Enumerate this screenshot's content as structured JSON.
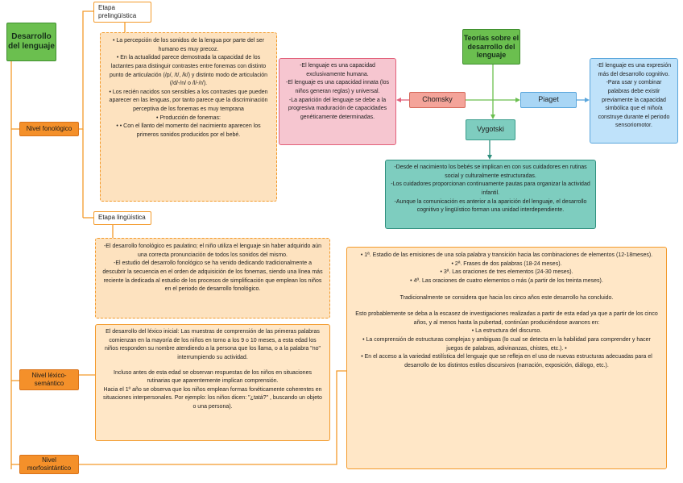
{
  "main_title": "Desarrollo del lenguaje",
  "theories_title": "Teorías sobre el desarrollo del lenguaje",
  "nodes": {
    "fonologico": "Nivel fonológico",
    "lexico": "Nivel léxico-semántico",
    "morfosintactico": "Nivel morfosintántico",
    "prelinguistica": "Etapa prelingüística",
    "linguistica": "Etapa lingüística",
    "chomsky": "Chomsky",
    "piaget": "Piaget",
    "vygotski": "Vygotski"
  },
  "prelinguistica_text": [
    "• La percepción de los sonidos de la lengua por parte del ser humano es muy precoz.",
    "• En la actualidad parece demostrada la capacidad de los lactantes para distinguir contrastes entre fonemas con distinto punto de articulación (/p/, /t/, /k/) y distinto modo de articulación (/d/-/n/ o /l/-/r/).",
    "• Los recién nacidos son sensibles a los contrastes que pueden aparecer en las lenguas, por tanto parece que la discriminación perceptiva de los fonemas es muy temprana",
    "• Producción de fonemas:",
    "• • Con el llanto del momento del nacimiento aparecen los primeros sonidos producidos por el bebé."
  ],
  "linguistica_text": [
    "-El desarrollo fonológico es paulatino; el niño utiliza el lenguaje sin haber adquirido aún una correcta pronunciación de todos los sonidos del mismo.",
    "-El estudio del desarrollo fonológico se ha venido dedicando tradicionalmente a descubrir la secuencia en el orden de adquisición de los fonemas, siendo una línea más reciente la dedicada al estudio de los procesos de simplificación que emplean los niños en el periodo de desarrollo fonológico."
  ],
  "lexico_text": [
    "El desarrollo del léxico inicial: Las muestras de comprensión de las primeras palabras comienzan en la mayoría de los niños en torno a los 9 o 10 meses, a esta edad los niños responden su nombre atendiendo a la persona que los llama, o a la palabra \"no\" interrumpiendo su actividad.",
    "",
    "Incluso antes de esta edad se observan respuestas de los niños en situaciones rutinarias que aparentemente implican comprensión.",
    "Hacia el 1º año se observa que los niños emplean formas fonéticamente coherentes en situaciones interpersonales. Por ejemplo: los niños dicen: \"¿tatá?\" , buscando un objeto o una persona)."
  ],
  "morfo_text": [
    "• 1ª. Estadio de las emisiones de una sola palabra y transición hacia las combinaciones de elementos (12-18meses).",
    "• 2ª. Frases de dos palabras (18-24 meses).",
    "• 3ª. Las oraciones de tres elementos (24-30 meses).",
    "• 4ª. Las oraciones de cuatro elementos o más (a partir de los treinta meses).",
    "",
    "Tradicionalmente se considera que hacia los cinco años este desarrollo ha concluido.",
    "",
    "Esto probablemente se deba a la escasez de investigaciones realizadas a partir de esta edad ya que a partir de los cinco años, y al menos hasta la pubertad, continúan produciéndose avances en:",
    "• La estructura del discurso.",
    "• La comprensión de estructuras complejas y ambiguas (lo cual se detecta en la habilidad para comprender y hacer juegos de palabras, adivinanzas, chistes, etc.). •",
    "• En el acceso a la variedad estilística del lenguaje que se refleja en el uso de nuevas estructuras adecuadas para el desarrollo de los distintos estilos discursivos (narración, exposición, diálogo, etc.)."
  ],
  "chomsky_text": [
    "-El lenguaje es una capacidad exclusivamente humana.",
    "-El lenguaje es una capacidad innata (los niños generan reglas) y universal.",
    "-La aparición del lenguaje se debe a la progresiva maduración de capacidades genéticamente determinadas."
  ],
  "piaget_text": [
    "-El lenguaje es una expresión más del desarrollo cognitivo.",
    "-Para usar y combinar palabras debe existir previamente la capacidad simbólica que el niño/a construye durante el periodo sensoriomotor."
  ],
  "vygotski_text": [
    "-Desde el nacimiento los bebés se implican en con sus cuidadores en rutinas social y culturalmente estructuradas.",
    "-Los cuidadores proporcionan continuamente pautas para organizar la actividad infantil.",
    "-Aunque la comunicación es anterior a la aparición del lenguaje, el desarrollo cognitivo y lingüístico forman una unidad interdependiente."
  ],
  "colors": {
    "orange": "#f39a2b",
    "green": "#6bbf4f",
    "pink": "#f6c6d0",
    "blue": "#a9d6f5",
    "teal": "#7ecdbf"
  }
}
